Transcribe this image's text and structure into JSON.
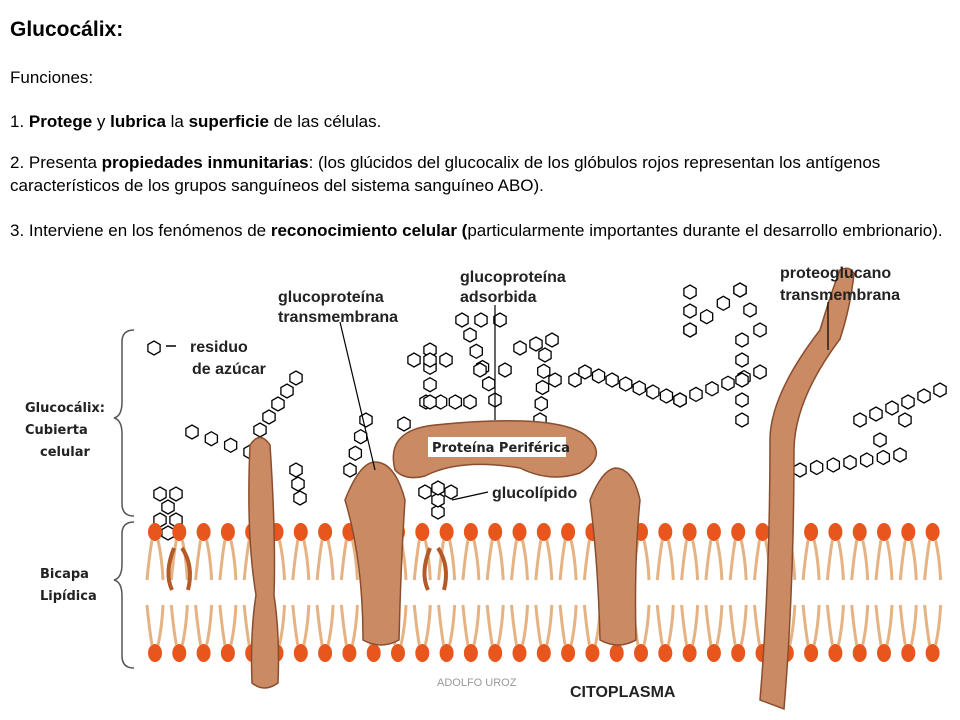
{
  "heading": {
    "title": "Glucocálix:",
    "subtitle": "Funciones:"
  },
  "points": [
    {
      "num": "1.",
      "parts": [
        {
          "t": "Protege",
          "b": true
        },
        {
          "t": " y ",
          "b": false
        },
        {
          "t": "lubrica",
          "b": true
        },
        {
          "t": " la ",
          "b": false
        },
        {
          "t": "superficie",
          "b": true
        },
        {
          "t": " de las células.",
          "b": false
        }
      ]
    },
    {
      "num": "2.",
      "parts": [
        {
          "t": "Presenta ",
          "b": false
        },
        {
          "t": "propiedades inmunitarias",
          "b": true
        },
        {
          "t": ": (los glúcidos del glucocalix de los glóbulos rojos representan los antígenos característicos de los grupos sanguíneos del sistema sanguíneo ABO).",
          "b": false
        }
      ]
    },
    {
      "num": "3.",
      "parts": [
        {
          "t": " Interviene en los fenómenos de ",
          "b": false
        },
        {
          "t": "reconocimiento celular (",
          "b": true
        },
        {
          "t": "particularmente importantes durante el desarrollo embrionario).",
          "b": false
        }
      ]
    }
  ],
  "diagram": {
    "labels": {
      "glucoproteina_trans_1": "glucoproteína",
      "glucoproteina_trans_2": "transmembrana",
      "glucoproteina_ads_1": "glucoproteína",
      "glucoproteina_ads_2": "adsorbida",
      "proteoglucano_1": "proteoglucano",
      "proteoglucano_2": "transmembrana",
      "residuo_1": "residuo",
      "residuo_2": "de azúcar",
      "residuo_eq": "=",
      "proteina_periferica": "Proteína Periférica",
      "glucolipido": "glucolípido",
      "citoplasma": "CITOPLASMA",
      "glucocalix_1": "Glucocálix:",
      "glucocalix_2": "Cubierta",
      "glucocalix_3": "celular",
      "bicapa_1": "Bicapa",
      "bicapa_2": "Lipídica"
    },
    "colors": {
      "protein": "#c98a64",
      "protein_stroke": "#8a4e2e",
      "lipid_head": "#e8561d",
      "lipid_tail": "#e5b383"
    }
  },
  "credit": "ADOLFO UROZ"
}
